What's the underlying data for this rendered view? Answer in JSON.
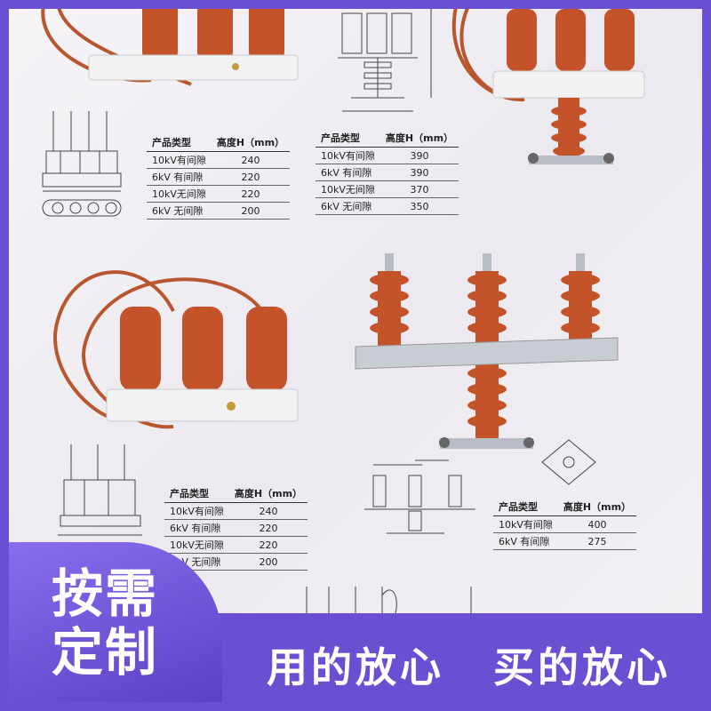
{
  "tables": [
    {
      "headers": [
        "产品类型",
        "高度H（mm）"
      ],
      "rows": [
        [
          "10kV有间隙",
          "240"
        ],
        [
          "6kV 有间隙",
          "220"
        ],
        [
          "10kV无间隙",
          "220"
        ],
        [
          "6kV 无间隙",
          "200"
        ]
      ]
    },
    {
      "headers": [
        "产品类型",
        "高度H（mm）"
      ],
      "rows": [
        [
          "10kV有间隙",
          "390"
        ],
        [
          "6kV 有间隙",
          "390"
        ],
        [
          "10kV无间隙",
          "370"
        ],
        [
          "6kV 无间隙",
          "350"
        ]
      ]
    },
    {
      "headers": [
        "产品类型",
        "高度H（mm）"
      ],
      "rows": [
        [
          "10kV有间隙",
          "240"
        ],
        [
          "6kV 有间隙",
          "220"
        ],
        [
          "10kV无间隙",
          "220"
        ],
        [
          "6kV 无间隙",
          "200"
        ]
      ]
    },
    {
      "headers": [
        "产品类型",
        "高度H（mm）"
      ],
      "rows": [
        [
          "10kV有间隙",
          "400"
        ],
        [
          "6kV 有间隙",
          "275"
        ]
      ]
    }
  ],
  "badge": {
    "line1": "按需",
    "line2": "定制"
  },
  "slogan": {
    "left": "用的放心",
    "right": "买的放心"
  },
  "colors": {
    "banner": "#6a4fd3",
    "insulator": "#c4532a",
    "cable": "#b8562e",
    "base": "#f2f2f2"
  }
}
